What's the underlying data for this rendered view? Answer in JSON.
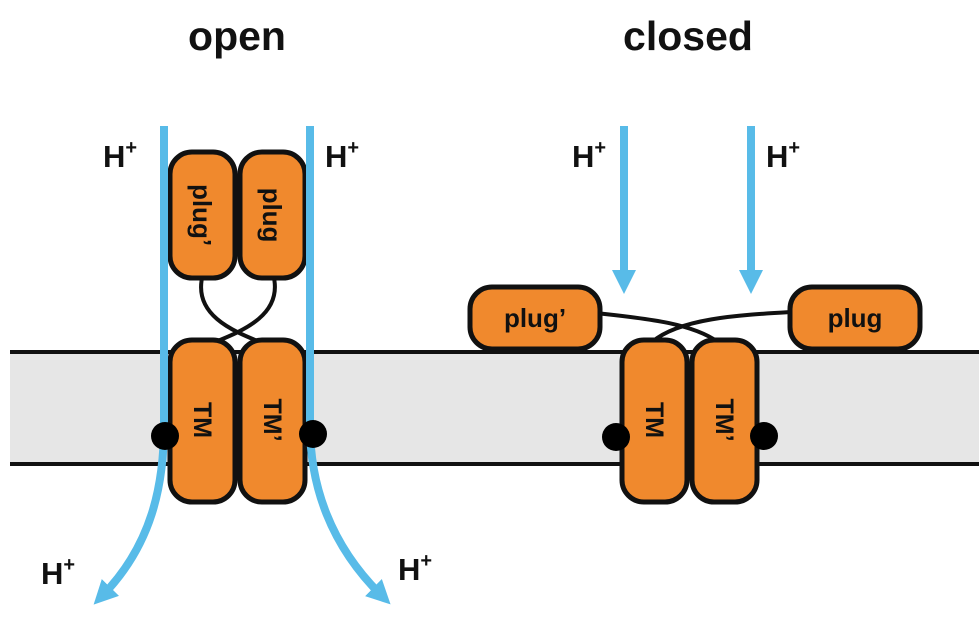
{
  "titles": {
    "open": "open",
    "closed": "closed"
  },
  "ion": {
    "symbol": "H",
    "charge": "+"
  },
  "domains": {
    "plug": "plug",
    "plug_prime": "plug’",
    "tm": "TM",
    "tm_prime": "TM’"
  },
  "colors": {
    "domain_fill": "#F0892D",
    "outline": "#111111",
    "arrow": "#58BBE8",
    "membrane": "#E6E6E6",
    "site": "#000000"
  }
}
